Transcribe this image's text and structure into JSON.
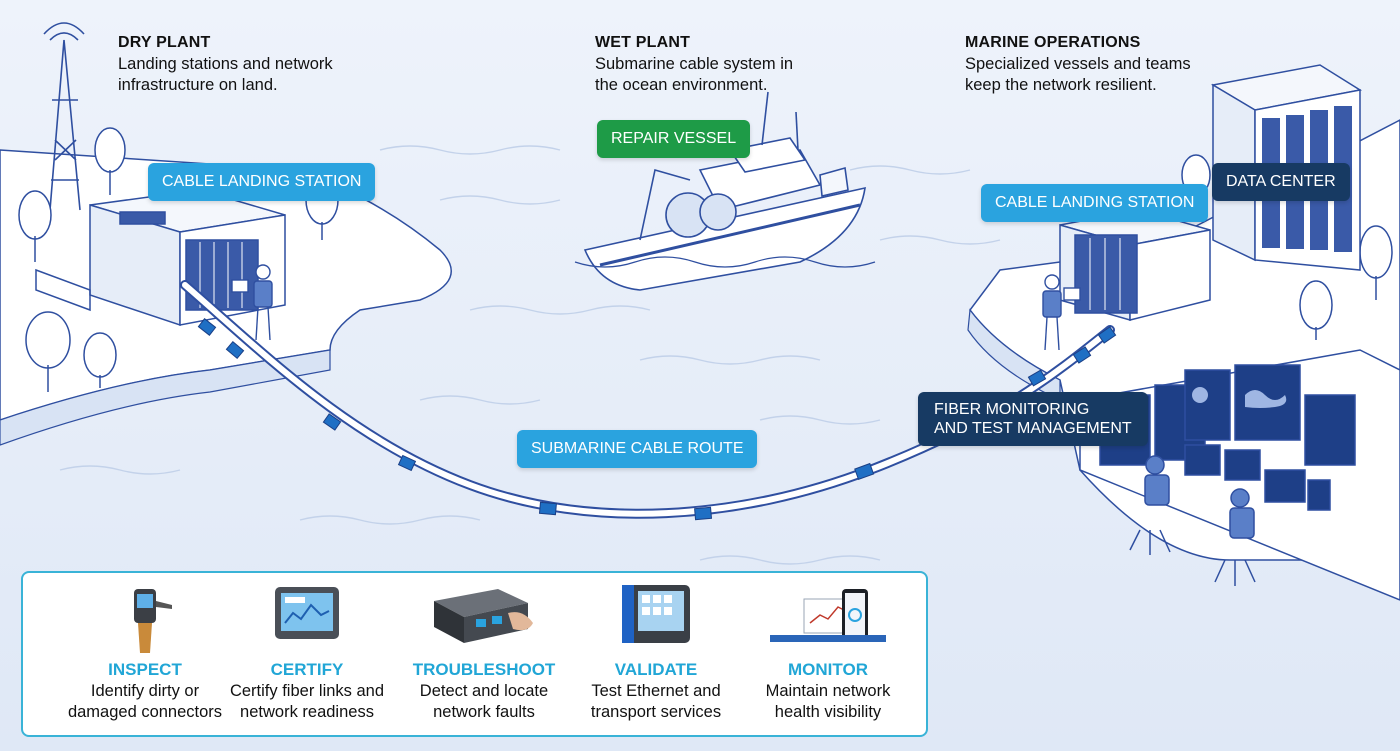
{
  "sections": {
    "dry": {
      "title": "DRY PLANT",
      "line1": "Landing stations and network",
      "line2": "infrastructure on land."
    },
    "wet": {
      "title": "WET PLANT",
      "line1": "Submarine cable system in",
      "line2": "the ocean environment."
    },
    "marine": {
      "title": "MARINE OPERATIONS",
      "line1": "Specialized vessels and teams",
      "line2": "keep the network resilient."
    }
  },
  "labels": {
    "landing_left": "CABLE LANDING STATION",
    "landing_right": "CABLE LANDING STATION",
    "repair_vessel": "REPAIR VESSEL",
    "data_center": "DATA CENTER",
    "fiber_monitoring_1": "FIBER MONITORING",
    "fiber_monitoring_2": "AND TEST MANAGEMENT",
    "cable_route": "SUBMARINE CABLE ROUTE"
  },
  "tools": [
    {
      "name": "INSPECT",
      "line1": "Identify dirty or",
      "line2": "damaged connectors",
      "icon": "inspection-probe-icon"
    },
    {
      "name": "CERTIFY",
      "line1": "Certify fiber links and",
      "line2": "network readiness",
      "icon": "certifier-tablet-icon"
    },
    {
      "name": "TROUBLESHOOT",
      "line1": "Detect and locate",
      "line2": "network faults",
      "icon": "otdr-module-icon"
    },
    {
      "name": "VALIDATE",
      "line1": "Test Ethernet and",
      "line2": "transport services",
      "icon": "ethernet-tester-icon"
    },
    {
      "name": "MONITOR",
      "line1": "Maintain network",
      "line2": "health visibility",
      "icon": "monitoring-dashboard-icon"
    }
  ],
  "colors": {
    "accent": "#2aa3df",
    "navy": "#173a63",
    "green": "#1e9b47",
    "line": "#2f4fa0"
  }
}
